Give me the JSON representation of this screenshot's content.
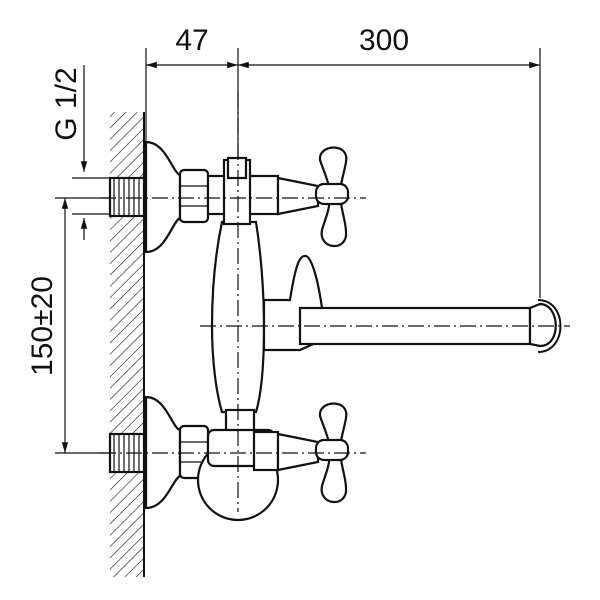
{
  "drawing": {
    "dimensions": {
      "wall_to_axis": "47",
      "spout_reach": "300",
      "inlet_spacing": "150±20",
      "thread_size": "G 1/2"
    },
    "colors": {
      "line": "#111111",
      "background": "#ffffff"
    }
  }
}
